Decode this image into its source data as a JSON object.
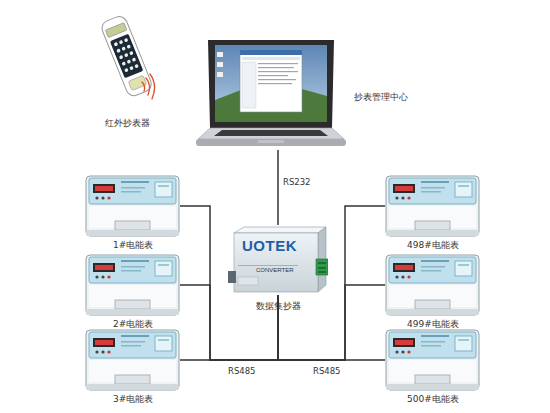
{
  "diagram": {
    "nodes": [
      {
        "text": [
          "红外抄表器"
        ]
      },
      {
        "text": [
          "抄表管理中心"
        ]
      },
      {
        "text": [
          "数据集抄器"
        ]
      },
      {
        "text": [
          "1#电能表"
        ]
      },
      {
        "text": [
          "2#电能表"
        ]
      },
      {
        "text": [
          "3#电能表"
        ]
      },
      {
        "text": [
          "498#电能表"
        ]
      },
      {
        "text": [
          "499#电能表"
        ]
      },
      {
        "text": [
          "500#电能表"
        ]
      }
    ],
    "edges": [
      {
        "from": 1,
        "to": 2,
        "label": "RS232",
        "arrow": "none"
      },
      {
        "from": 2,
        "to": 3,
        "arrow": "none"
      },
      {
        "from": 2,
        "to": 4,
        "arrow": "none"
      },
      {
        "from": 2,
        "to": 5,
        "label": "RS485",
        "arrow": "none"
      },
      {
        "from": 2,
        "to": 6,
        "arrow": "none"
      },
      {
        "from": 2,
        "to": 7,
        "arrow": "none"
      },
      {
        "from": 2,
        "to": 8,
        "label": "RS485",
        "arrow": "none"
      }
    ],
    "labels": [
      "UOTEK",
      "CONVERTER"
    ]
  }
}
